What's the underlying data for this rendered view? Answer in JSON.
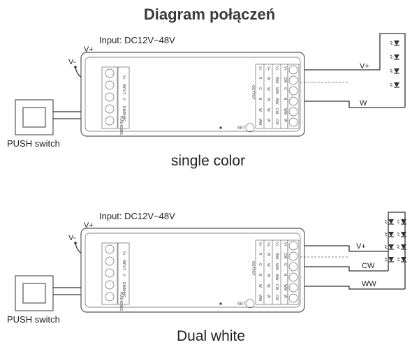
{
  "title": "Diagram połączeń",
  "diagrams": [
    {
      "input_label": "Input: DC12V~48V",
      "vplus": "V+",
      "vminus": "V-",
      "push": "PUSH switch",
      "output_labels": [
        "V+",
        "W"
      ],
      "set": "SET",
      "caption": "single color"
    },
    {
      "input_label": "Input: DC12V~48V",
      "vplus": "V+",
      "vminus": "V-",
      "push": "PUSH switch",
      "output_labels": [
        "V+",
        "CW",
        "WW"
      ],
      "set": "SET",
      "caption": "Dual white"
    }
  ],
  "device": {
    "input_header": "INPUT",
    "input_terms": [
      "V+",
      "V-"
    ],
    "dimming": "DIMMING",
    "dim_terms": [
      "PUSH/DIM1"
    ],
    "output_header": "OUTPUT",
    "out_rows": [
      [
        "V+",
        "V+",
        "V+",
        "V+"
      ],
      [
        "R",
        "W",
        "WW",
        "CW"
      ],
      [
        "G",
        "W",
        "WW",
        "G"
      ],
      [
        "B",
        "W",
        "WW",
        "B"
      ],
      [
        "W",
        "W",
        "CW",
        "WW"
      ],
      [
        "WW",
        "W",
        "CW",
        "W"
      ]
    ]
  }
}
